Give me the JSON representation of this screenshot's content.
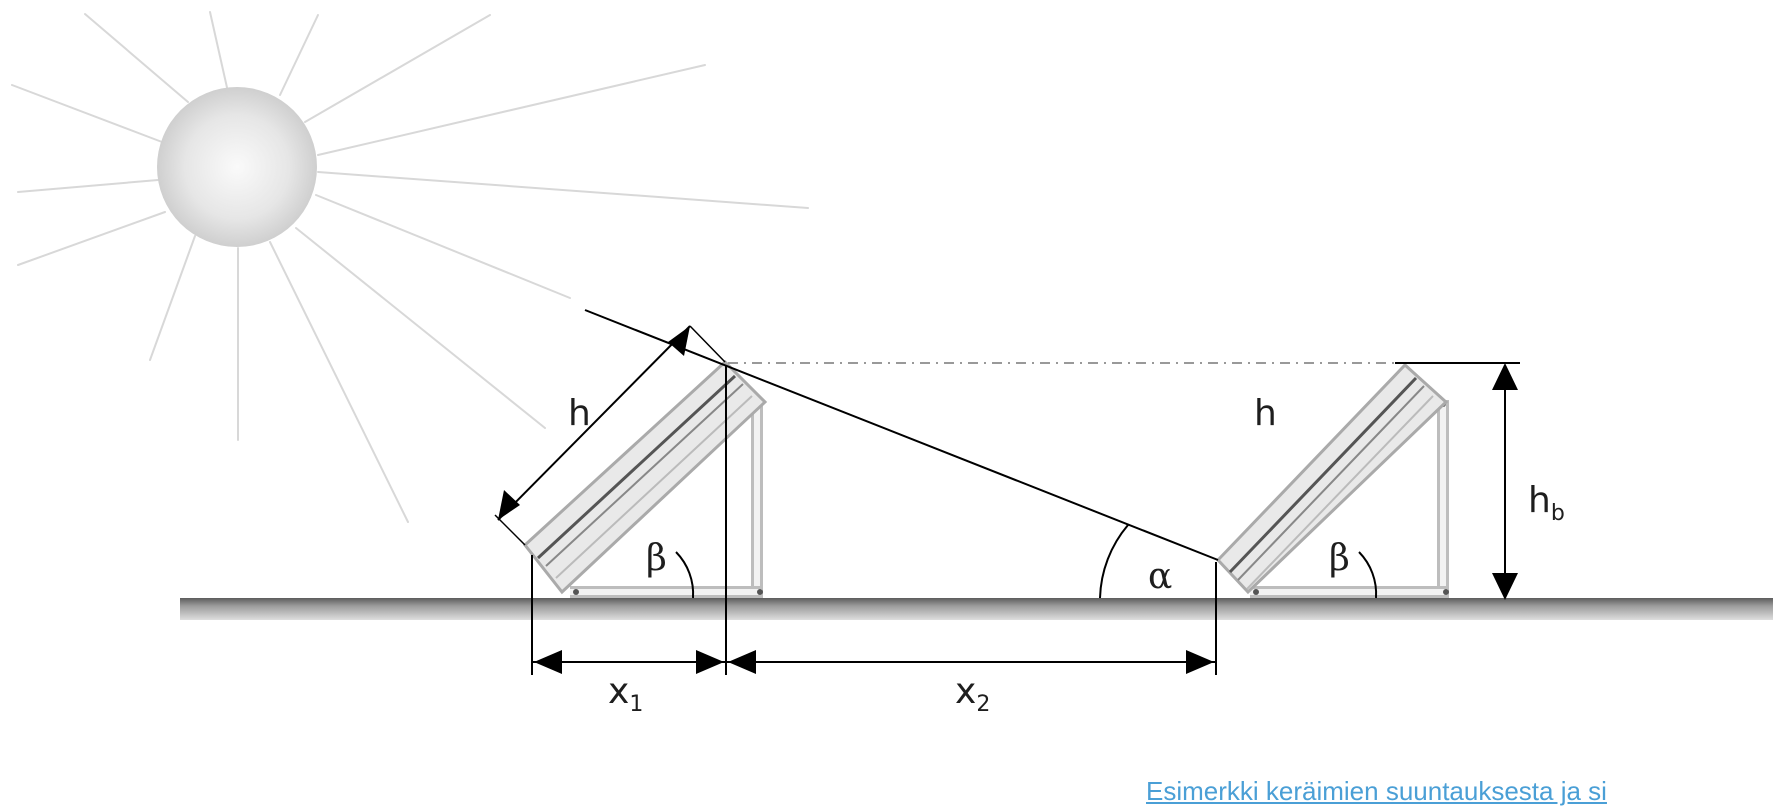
{
  "labels": {
    "h_left": "h",
    "h_right": "h",
    "beta_left": "β",
    "beta_right": "β",
    "alpha": "α",
    "x1_main": "x",
    "x1_sub": "1",
    "x2_main": "x",
    "x2_sub": "2",
    "hb_main": "h",
    "hb_sub": "b"
  },
  "caption": "Esimerkki keräimien suuntauksesta ja si"
}
